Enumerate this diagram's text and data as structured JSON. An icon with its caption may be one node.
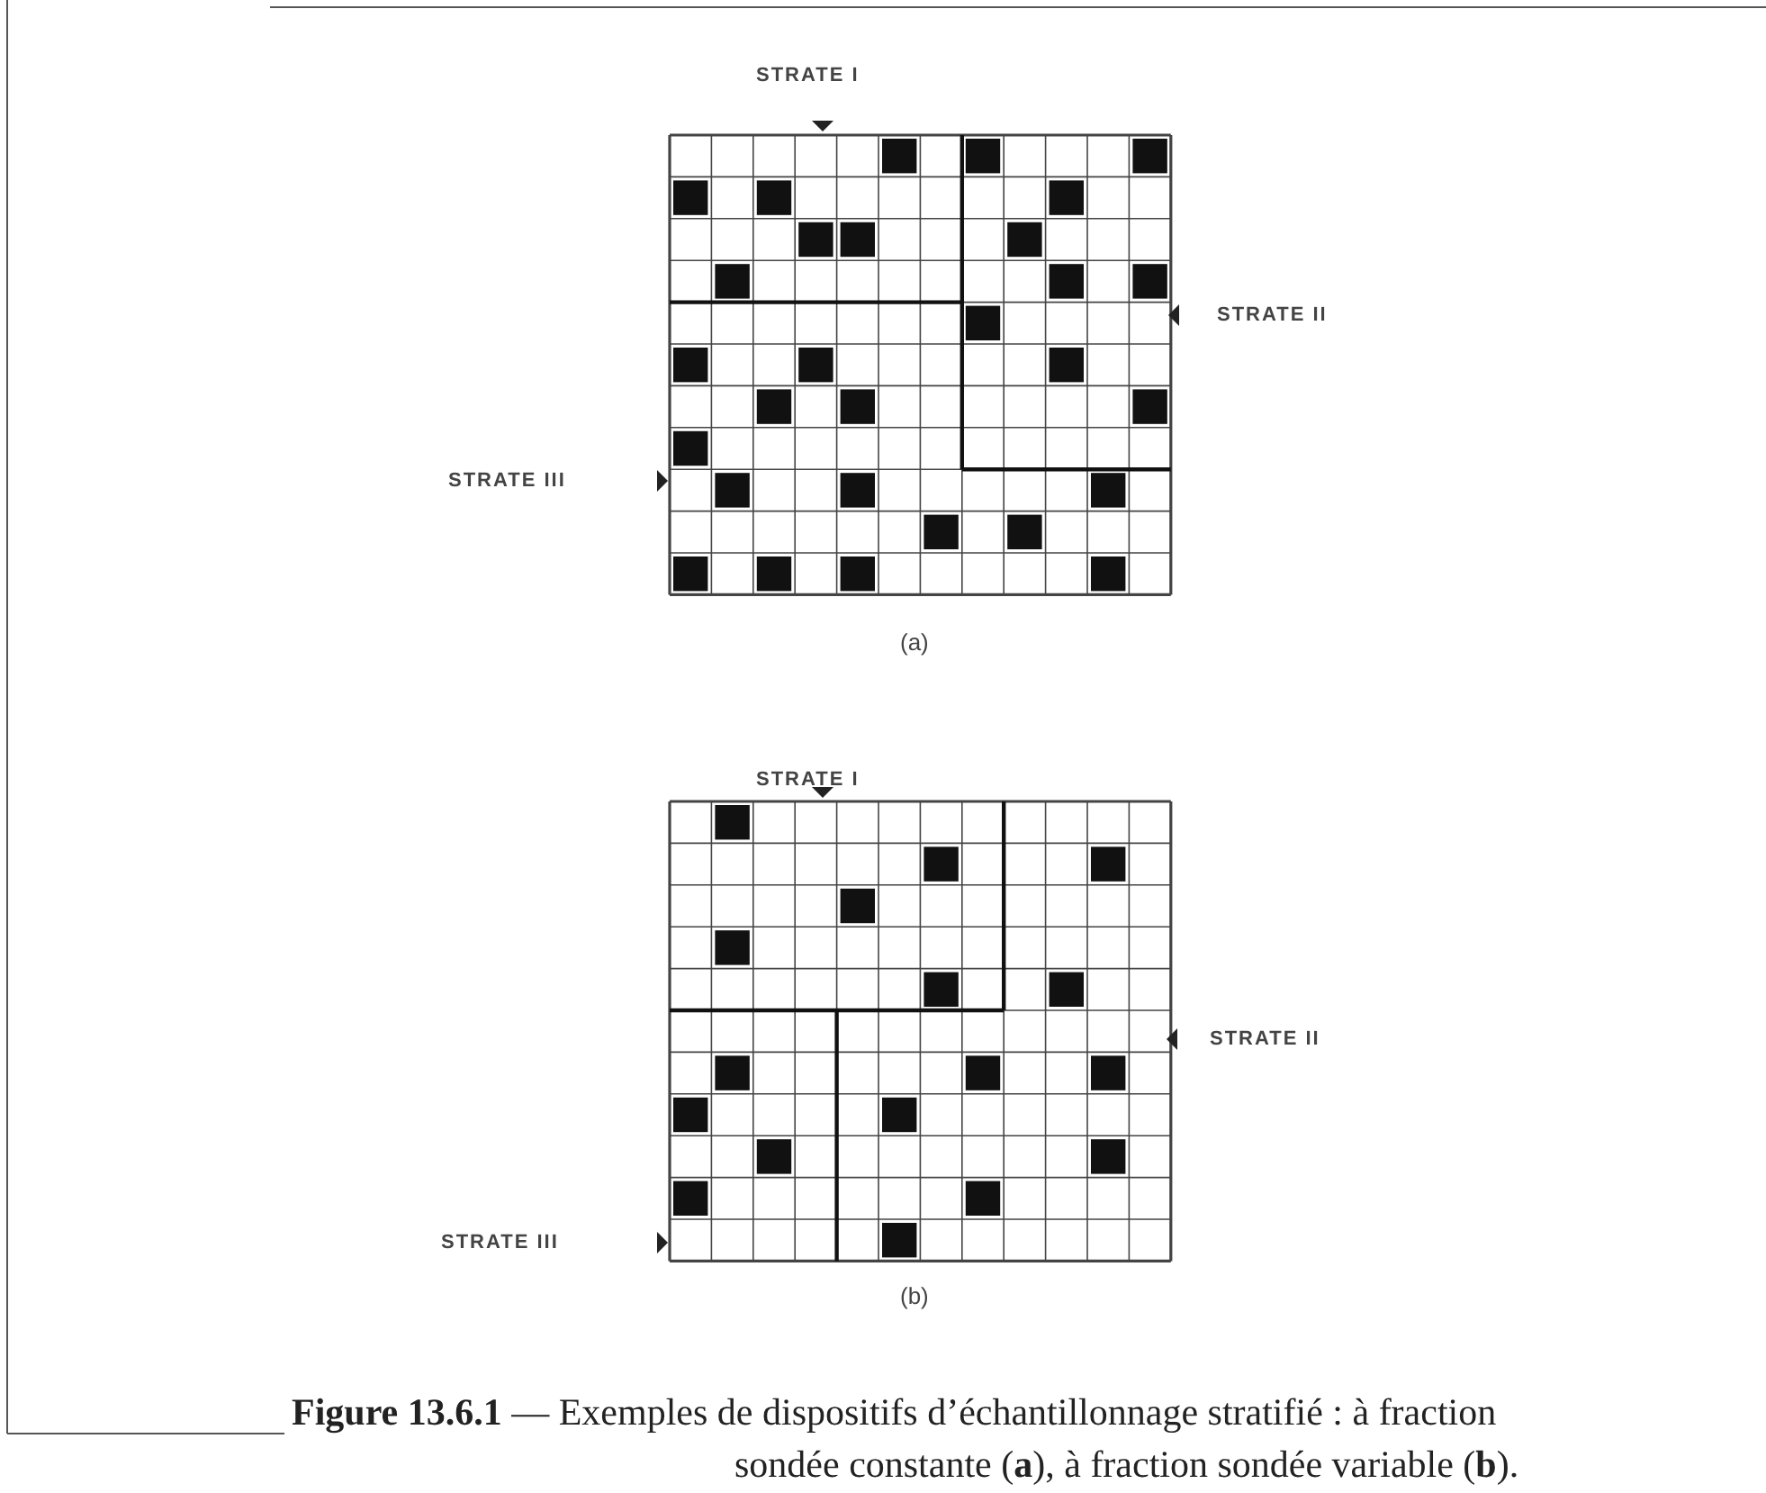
{
  "diagram": {
    "caption": "**Figure 13.6.1** — Exemples de dispositifs d’échantillonnage stratifié : à fraction sondée constante (**a**), à fraction sondée variable (**b**).",
    "labels": [
      "STRATE I",
      "STRATE II",
      "STRATE III",
      "(a)",
      "STRATE I",
      "STRATE II",
      "STRATE III",
      "(b)"
    ]
  }
}
